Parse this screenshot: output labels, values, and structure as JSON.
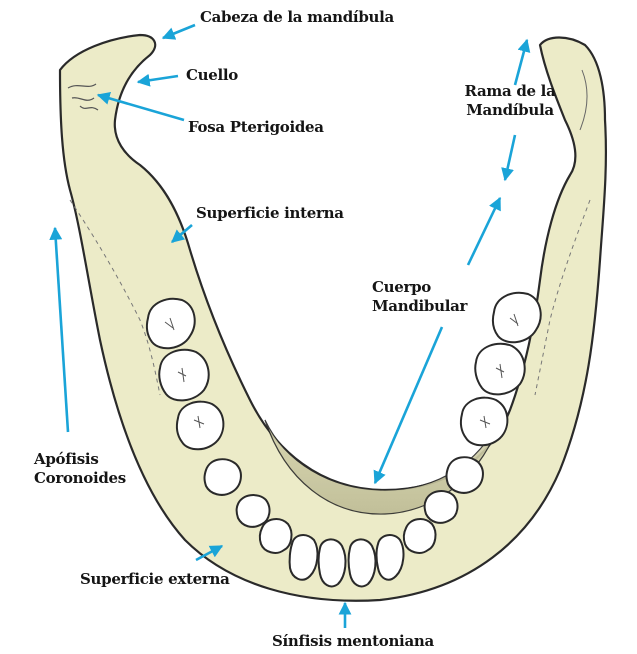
{
  "diagram": {
    "colors": {
      "bone_fill": "#ecebc8",
      "bone_outline": "#2a2a2a",
      "tooth_fill": "#ffffff",
      "arrow": "#1aa4d8",
      "text": "#151515"
    },
    "labels": {
      "cabeza": "Cabeza de la mandíbula",
      "cuello": "Cuello",
      "fosa": "Fosa Pterigoidea",
      "superficie_interna": "Superficie interna",
      "rama_line1": "Rama de la",
      "rama_line2": "Mandíbula",
      "cuerpo_line1": "Cuerpo",
      "cuerpo_line2": "Mandibular",
      "apofisis_line1": "Apófisis",
      "apofisis_line2": "Coronoides",
      "superficie_externa": "Superficie externa",
      "sinfisis": "Sínfisis mentoniana"
    }
  }
}
